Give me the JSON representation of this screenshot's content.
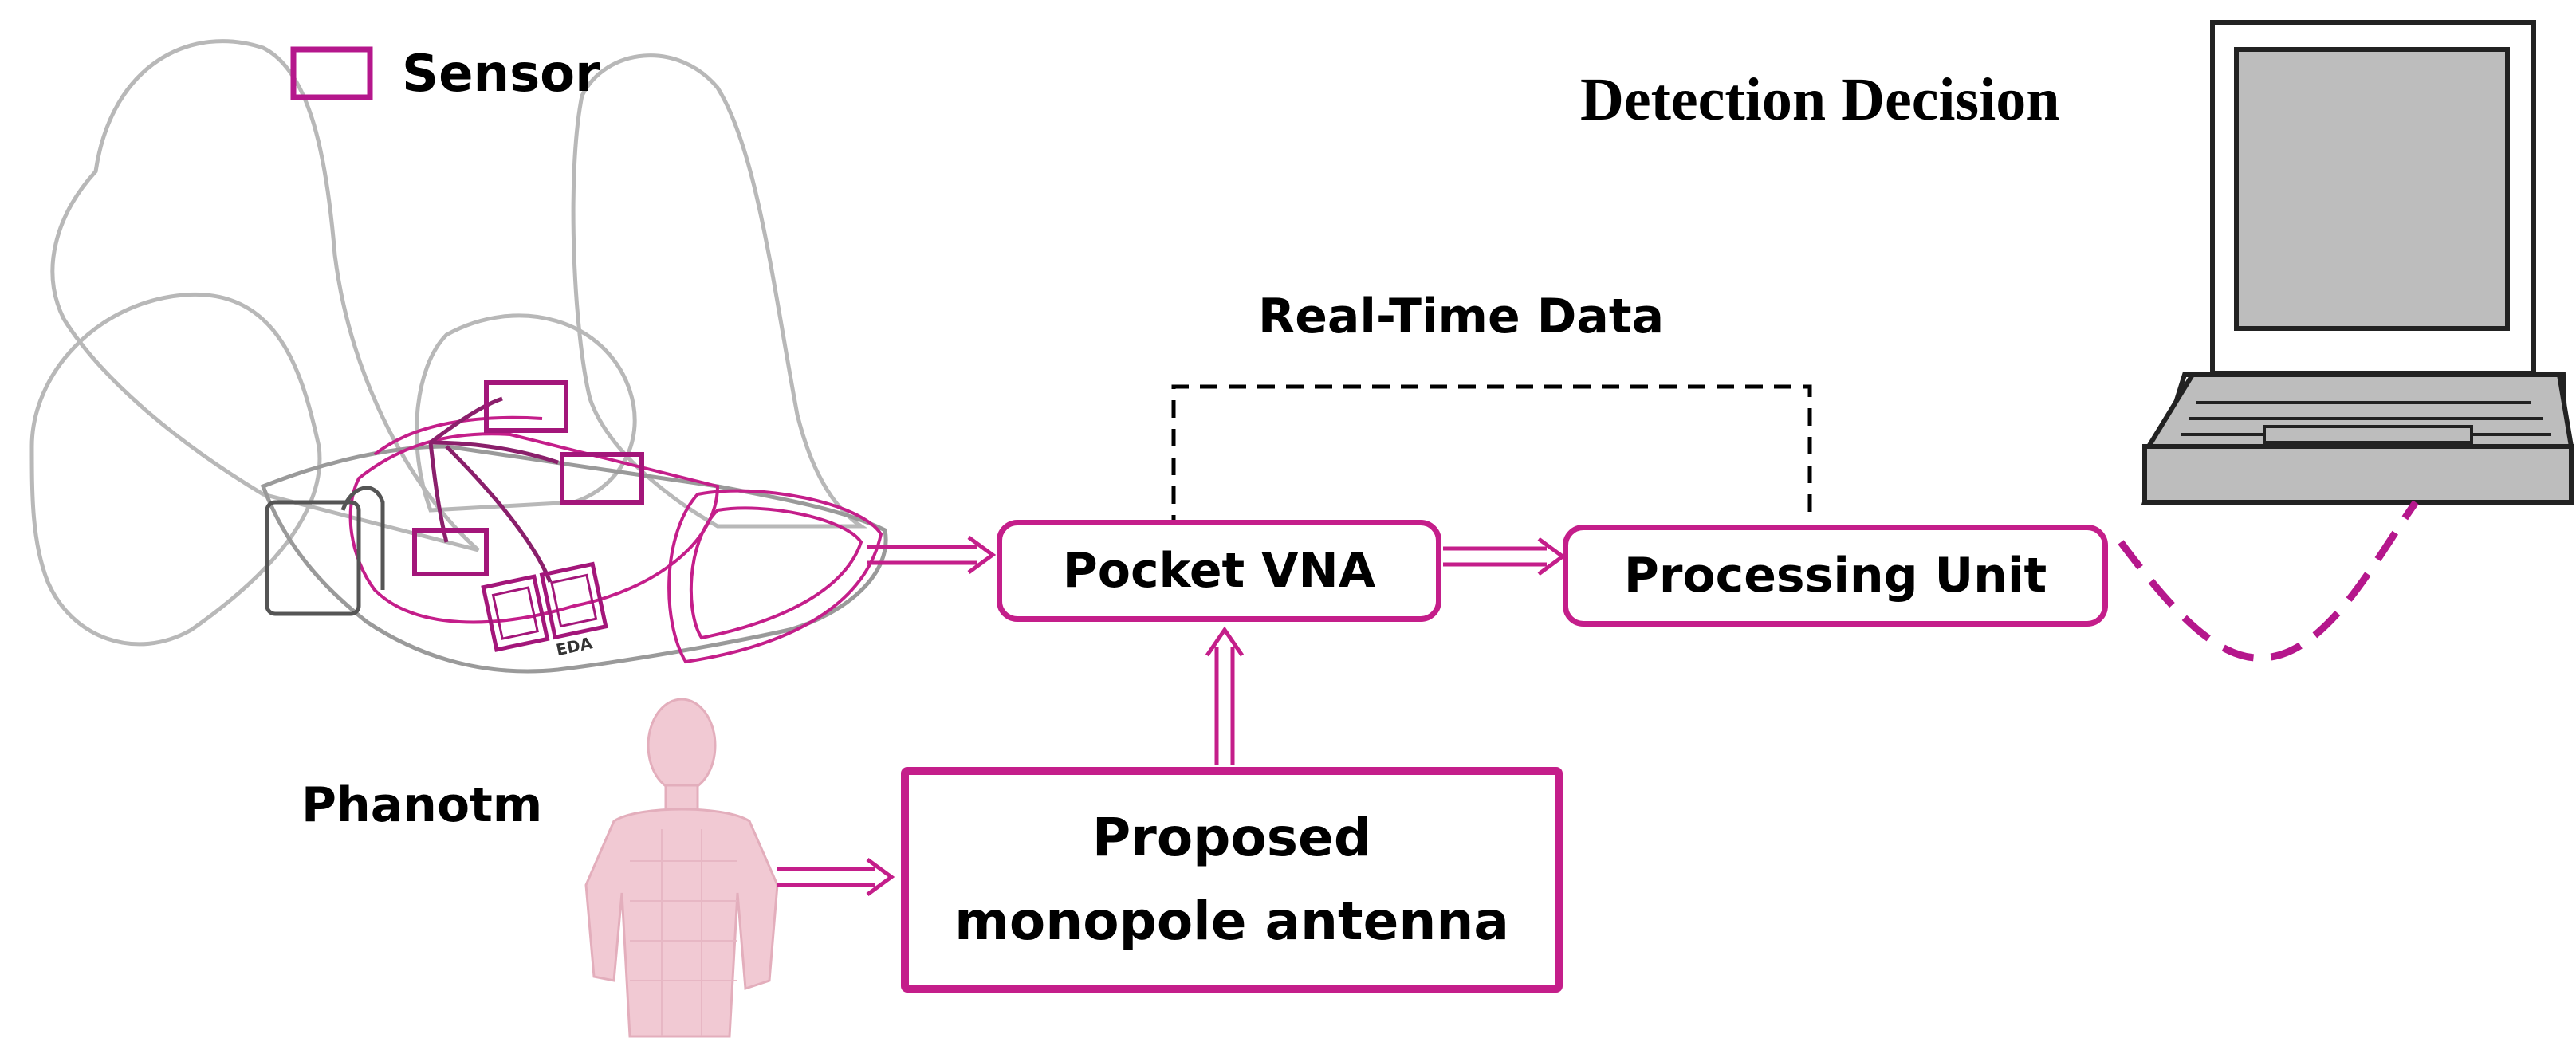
{
  "labels": {
    "sensor": "Sensor",
    "detection_decision": "Detection Decision",
    "real_time_data": "Real-Time Data",
    "phantom": "Phanotm",
    "eda": "EDA"
  },
  "blocks": {
    "pocket_vna": "Pocket VNA",
    "processing_unit": "Processing Unit",
    "antenna_line1": "Proposed",
    "antenna_line2": "monopole antenna"
  },
  "colors": {
    "accent": "#c41e8a",
    "outline_gray": "#b8b8b8",
    "phantom_pink": "#f1c9d3",
    "laptop_gray": "#bdbdbd"
  },
  "icons": [
    "sensor-legend-icon",
    "wearable-garment-icon",
    "phantom-body-icon",
    "laptop-icon"
  ]
}
